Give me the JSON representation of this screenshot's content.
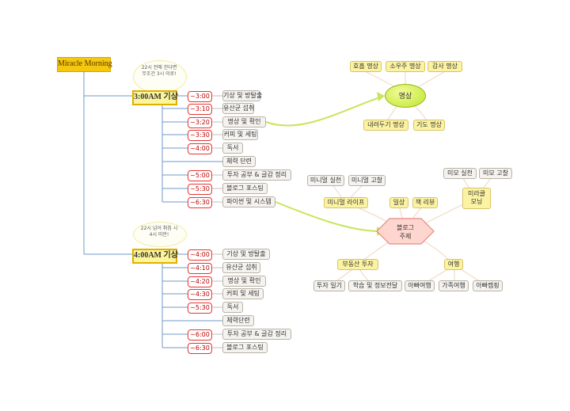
{
  "title": "Miracle Morning",
  "schedule_3am": {
    "label": "3:00AM 기상",
    "note": "22시 전에 잔다면\n무조건 3시 이로!",
    "rows": [
      {
        "time": "~3:00",
        "activity": "기상 및 방탈출"
      },
      {
        "time": "~3:10",
        "activity": "유산균 섭취"
      },
      {
        "time": "~3:20",
        "activity": "명상 및 확인"
      },
      {
        "time": "~3:30",
        "activity": "커피 및 세팅"
      },
      {
        "time": "~4:00",
        "activity": "독서"
      },
      {
        "time": "",
        "activity": "체력 단련"
      },
      {
        "time": "~5:00",
        "activity": "투자 공부 & 글감 정리"
      },
      {
        "time": "~5:30",
        "activity": "블로그 포스팅"
      },
      {
        "time": "~6:30",
        "activity": "파이썬 및 시스템"
      }
    ]
  },
  "schedule_4am": {
    "label": "4:00AM 기상",
    "note": "22시 넘어 취침 시\n4시 미만!",
    "rows": [
      {
        "time": "~4:00",
        "activity": "기상 및 방탈출"
      },
      {
        "time": "~4:10",
        "activity": "유산균 섭취"
      },
      {
        "time": "~4:20",
        "activity": "명상 및 확인"
      },
      {
        "time": "~4:30",
        "activity": "커피 및 세팅"
      },
      {
        "time": "~5:30",
        "activity": "독서"
      },
      {
        "time": "",
        "activity": "체력단련"
      },
      {
        "time": "~6:00",
        "activity": "투자 공부 & 글감 정리"
      },
      {
        "time": "~6:30",
        "activity": "블로그 포스팅"
      }
    ]
  },
  "meditation": {
    "label": "명상",
    "top": [
      "호흡 명상",
      "소우주 명상",
      "감사 명상"
    ],
    "bottom": [
      "내려두기 명상",
      "기도 명상"
    ]
  },
  "blog": {
    "label": "블로그\n주제",
    "minimal_life": "미니멀 라이프",
    "minimal_children": [
      "미니멀 실천",
      "미니멀 고찰"
    ],
    "daily": "일상",
    "book_review": "책 리뷰",
    "miracle_morning": "미라클\n모닝",
    "miracle_children": [
      "미모 실천",
      "미모 고찰"
    ],
    "real_estate": "부동산 투자",
    "real_estate_children": [
      "투자 일기",
      "학습 및 정보전달"
    ],
    "travel": "여행",
    "travel_children": [
      "아빠여행",
      "가족여행",
      "아빠캠핑"
    ]
  }
}
